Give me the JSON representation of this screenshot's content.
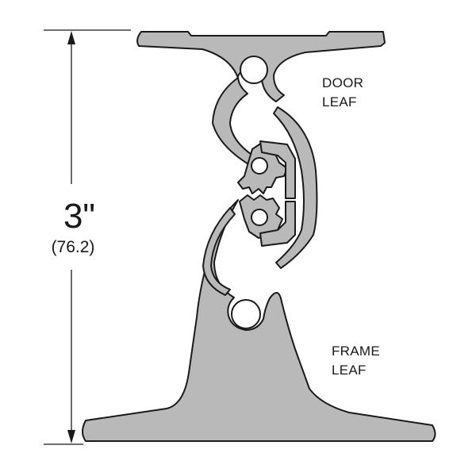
{
  "dimension": {
    "value": "3\"",
    "metric": "(76.2)"
  },
  "labels": {
    "door_line1": "DOOR",
    "door_line2": "LEAF",
    "frame_line1": "FRAME",
    "frame_line2": "LEAF"
  },
  "colors": {
    "profile_fill": "#b9b9b9",
    "outline": "#1a1a1a",
    "background": "#ffffff"
  }
}
